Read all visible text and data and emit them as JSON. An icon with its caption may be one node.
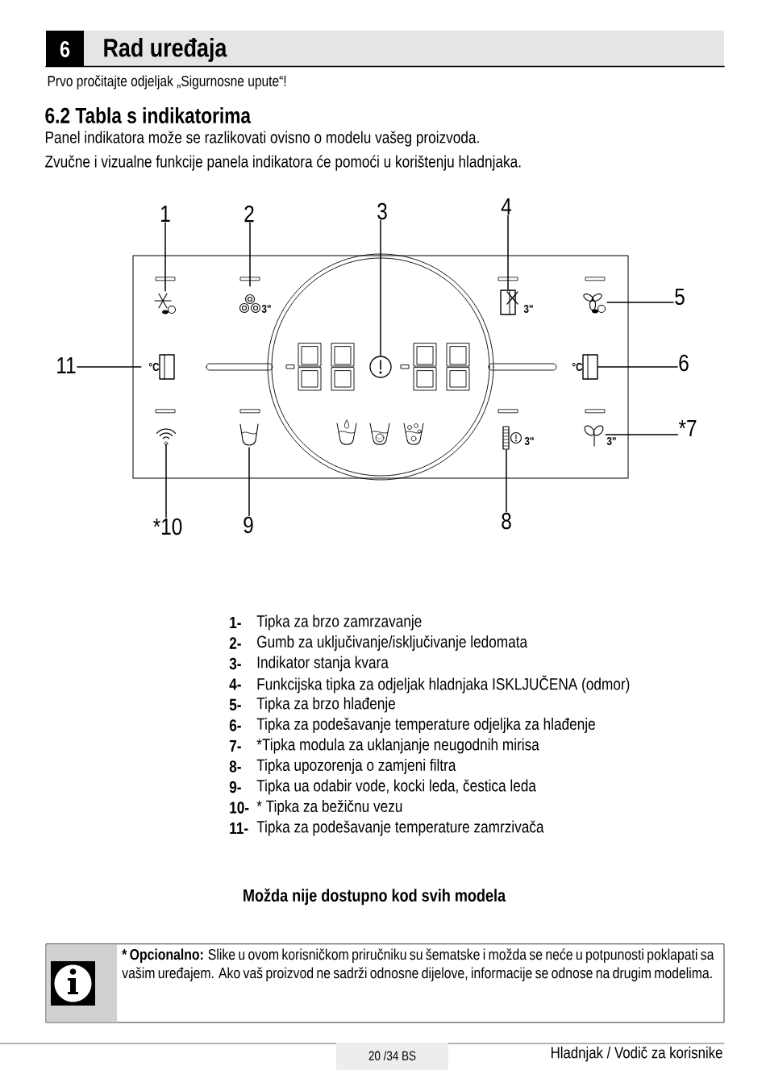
{
  "diagram": {
    "title": "Rad uređaja",
    "nodes": [
      {
        "text": [
          "1"
        ]
      },
      {
        "text": [
          "2"
        ]
      },
      {
        "text": [
          "3"
        ]
      },
      {
        "text": [
          "4"
        ]
      },
      {
        "text": [
          "5"
        ]
      },
      {
        "text": [
          "6"
        ]
      },
      {
        "text": [
          "*7"
        ]
      },
      {
        "text": [
          "8"
        ]
      },
      {
        "text": [
          "9"
        ]
      },
      {
        "text": [
          "*10"
        ]
      },
      {
        "text": [
          "11"
        ]
      },
      {
        "text": [],
        "shape": "snowflake"
      },
      {
        "text": [],
        "shape": "cubes",
        "beside": [
          "3\""
        ]
      },
      {
        "text": [],
        "shape": "circle"
      },
      {
        "text": [],
        "shape": "door",
        "beside": [
          "3\""
        ]
      },
      {
        "text": [],
        "shape": "fan"
      },
      {
        "text": [],
        "shape": "door",
        "beside": [
          "°C"
        ]
      },
      {
        "text": [],
        "shape": "leaf",
        "beside": [
          "3\""
        ]
      },
      {
        "text": [],
        "shape": "filter",
        "beside": [
          "3\""
        ]
      },
      {
        "text": [],
        "shape": "cup"
      },
      {
        "text": [],
        "shape": "wifi"
      },
      {
        "text": [],
        "shape": "door",
        "beside": [
          "°C"
        ]
      },
      {
        "text": [
          "* Opcionalno:",
          "Slike u ovom korisničkom priručniku su šematske i možda se neće u potpunosti poklapati sa vašim uređajem. Ako vaš proizvod ne sadrži odnosne dijelove, informacije se odnose na drugim modelima."
        ]
      }
    ],
    "edges": [
      {
        "from": 0,
        "to": 11,
        "arrow": "none"
      },
      {
        "from": 1,
        "to": 12,
        "arrow": "none"
      },
      {
        "from": 2,
        "to": 13,
        "arrow": "none"
      },
      {
        "from": 3,
        "to": 14,
        "arrow": "none"
      },
      {
        "from": 4,
        "to": 15,
        "arrow": "none"
      },
      {
        "from": 5,
        "to": 16,
        "arrow": "none"
      },
      {
        "from": 6,
        "to": 17,
        "arrow": "none"
      },
      {
        "from": 7,
        "to": 18,
        "arrow": "none"
      },
      {
        "from": 8,
        "to": 19,
        "arrow": "none"
      },
      {
        "from": 9,
        "to": 20,
        "arrow": "none"
      },
      {
        "from": 10,
        "to": 21,
        "arrow": "none"
      }
    ],
    "labels": [
      "6",
      "Prvo pročitajte odjeljak „Sigurnosne upute“!",
      "6.2 Tabla s indikatorima",
      "Panel indikatora može se razlikovati ovisno o modelu vašeg proizvoda.",
      "Zvučne i vizualne funkcije panela indikatora će pomoći u korištenju hladnjaka.",
      "1-",
      "Tipka za brzo zamrzavanje",
      "2-",
      "Gumb za uključivanje/isključivanje ledomata",
      "3-",
      "Indikator stanja kvara",
      "4-",
      "Funkcijska tipka za odjeljak hladnjaka ISKLJUČENA (odmor)",
      "5-",
      "Tipka za brzo hlađenje",
      "6-",
      "Tipka za podešavanje temperature odjeljka za hlađenje",
      "7-",
      "*Tipka modula za uklanjanje neugodnih mirisa",
      "8-",
      "Tipka upozorenja o zamjeni filtra",
      "9-",
      "Tipka ua odabir vode, kocki leda, čestica leda",
      "10-",
      "* Tipka za bežičnu vezu",
      "11-",
      "Tipka za podešavanje temperature zamrzivača",
      "Možda nije dostupno kod svih modela",
      "20 /34 BS",
      "Hladnjak / Vodič za korisnike"
    ]
  }
}
